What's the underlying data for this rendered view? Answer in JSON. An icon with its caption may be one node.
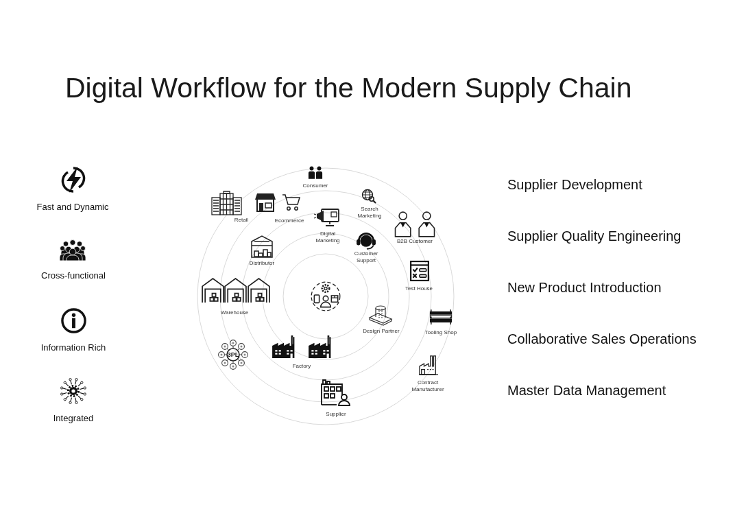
{
  "diagram": {
    "title": "Digital Workflow for the Modern Supply Chain",
    "labels": [
      "Fast and Dynamic",
      "Cross-functional",
      "Information Rich",
      "Integrated",
      "Consumer",
      "Retail",
      "Ecommerce",
      "Digital Marketing",
      "Search Marketing",
      "B2B Customer",
      "Customer Support",
      "Distributor",
      "Test House",
      "Warehouse",
      "Design Partner",
      "Tooling Shop",
      "3PL",
      "Factory",
      "Contract Manufacturer",
      "Supplier",
      "Supplier Development",
      "Supplier Quality Engineering",
      "New Product Introduction",
      "Collaborative Sales Operations",
      "Master Data Management"
    ]
  }
}
